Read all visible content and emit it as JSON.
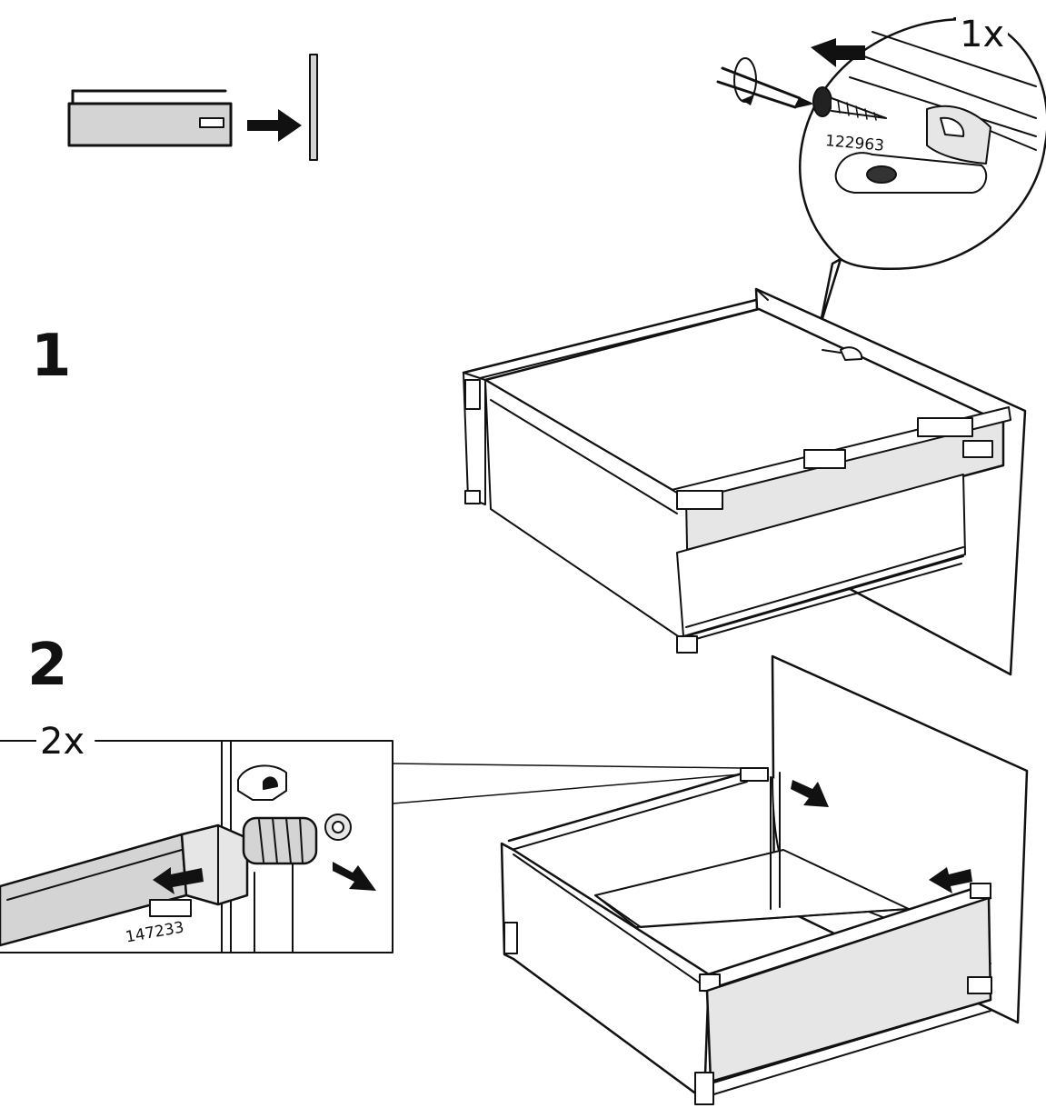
{
  "steps": [
    {
      "number": "1",
      "quantity": "1x",
      "part_number": "122963"
    },
    {
      "number": "2",
      "quantity": "2x",
      "part_number": "147233"
    }
  ],
  "colors": {
    "ink": "#111111",
    "panel": "#d4d4d4",
    "panel_light": "#e6e6e6",
    "background": "#ffffff"
  }
}
